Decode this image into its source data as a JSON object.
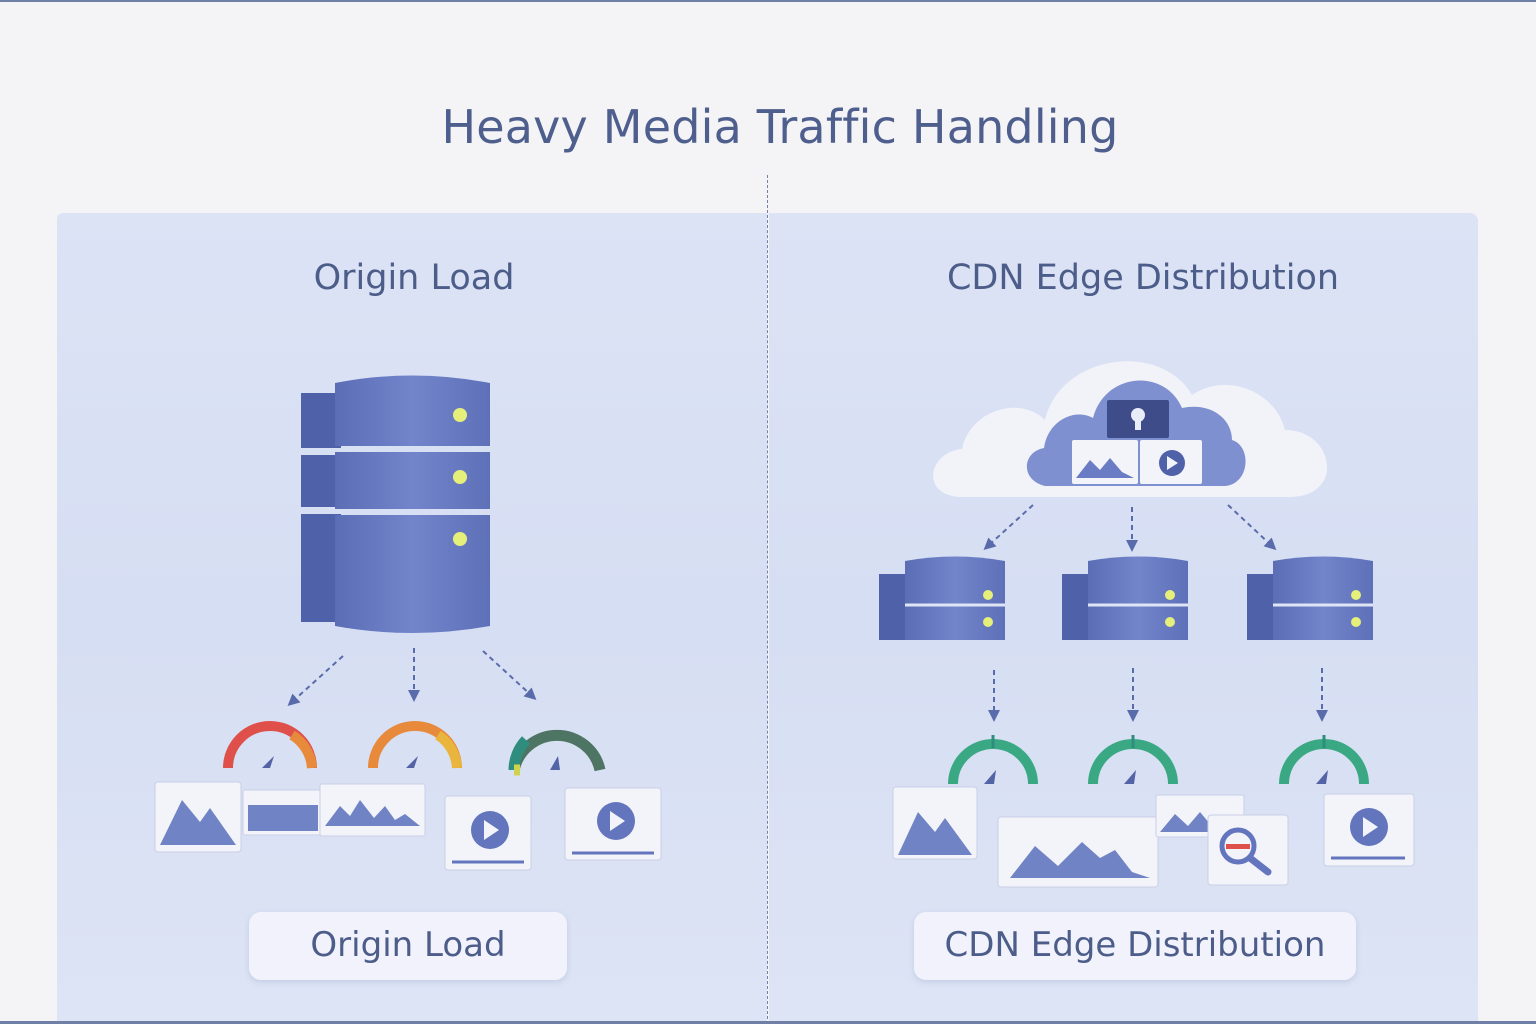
{
  "title": "Heavy Media Traffic Handling",
  "left_panel": {
    "heading": "Origin Load",
    "label": "Origin Load"
  },
  "right_panel": {
    "heading": "CDN Edge Distribution",
    "label": "CDN Edge Distribution"
  },
  "colors": {
    "server": "#6a7cc4",
    "server_dark": "#4f61a8",
    "led": "#e5ef7a",
    "gauge_red": "#e0504b",
    "gauge_orange": "#e88a3c",
    "gauge_green": "#3aa883",
    "gauge_teal": "#2f8d7e"
  }
}
